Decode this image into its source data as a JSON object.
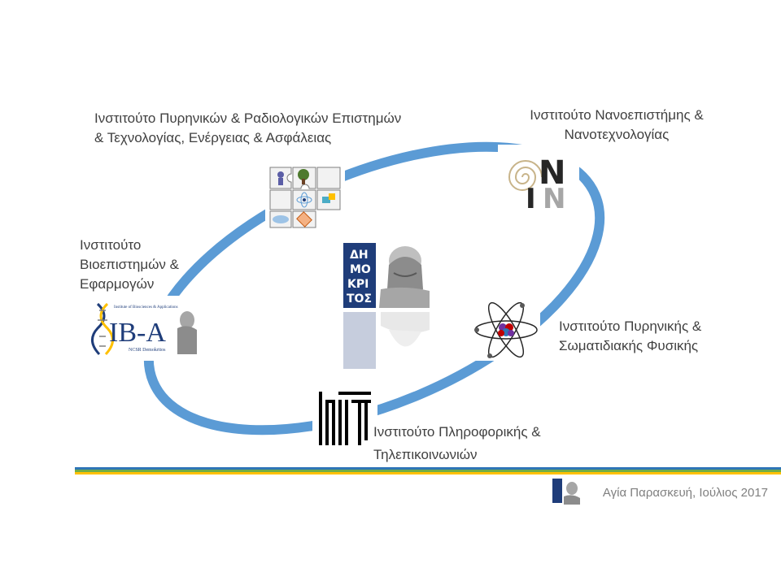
{
  "labels": {
    "nuclear_radiological": [
      "Ινστιτούτο Πυρηνικών & Ραδιολογικών Επιστημών",
      "& Τεχνολογίας, Ενέργειας & Ασφάλειας"
    ],
    "nanoscience": [
      "Ινστιτούτο Νανοεπιστήμης &",
      "Νανοτεχνολογίας"
    ],
    "biosciences": [
      "Ινστιτούτο",
      "Βιοεπιστημών &",
      "Εφαρμογών"
    ],
    "nuclear_particle": [
      "Ινστιτούτο Πυρηνικής &",
      "Σωματιδιακής Φυσικής"
    ],
    "informatics": [
      "Ινστιτούτο Πληροφορικής &",
      "Τηλεπικοινωνιών"
    ]
  },
  "logos": {
    "iba_text": "IB-A",
    "iba_small_top": "Institute of Biosciences & Applications",
    "iba_small_bottom": "NCSR Demokritos",
    "inn_top": "N",
    "inn_bottom_i": "I",
    "inn_bottom_n": "N",
    "demokritos_letters": [
      "ΔΗ",
      "ΜΟ",
      "ΚΡΙ",
      "ΤΟΣ"
    ]
  },
  "footer": {
    "text": "Αγία Παρασκευή, Ιούλιος 2017"
  },
  "colors": {
    "orbit": "#5b9bd5",
    "text": "#404040",
    "footer_text": "#7f7f7f",
    "demokritos_blue": "#1f3d7a",
    "line_blue": "#2e75b6",
    "line_green": "#70ad47",
    "line_yellow": "#ffc000"
  },
  "icons": [
    "puzzle-pieces-icon",
    "inn-spiral-logo",
    "iba-dna-logo",
    "atom-icon",
    "iit-logo",
    "demokritos-bust-logo"
  ]
}
